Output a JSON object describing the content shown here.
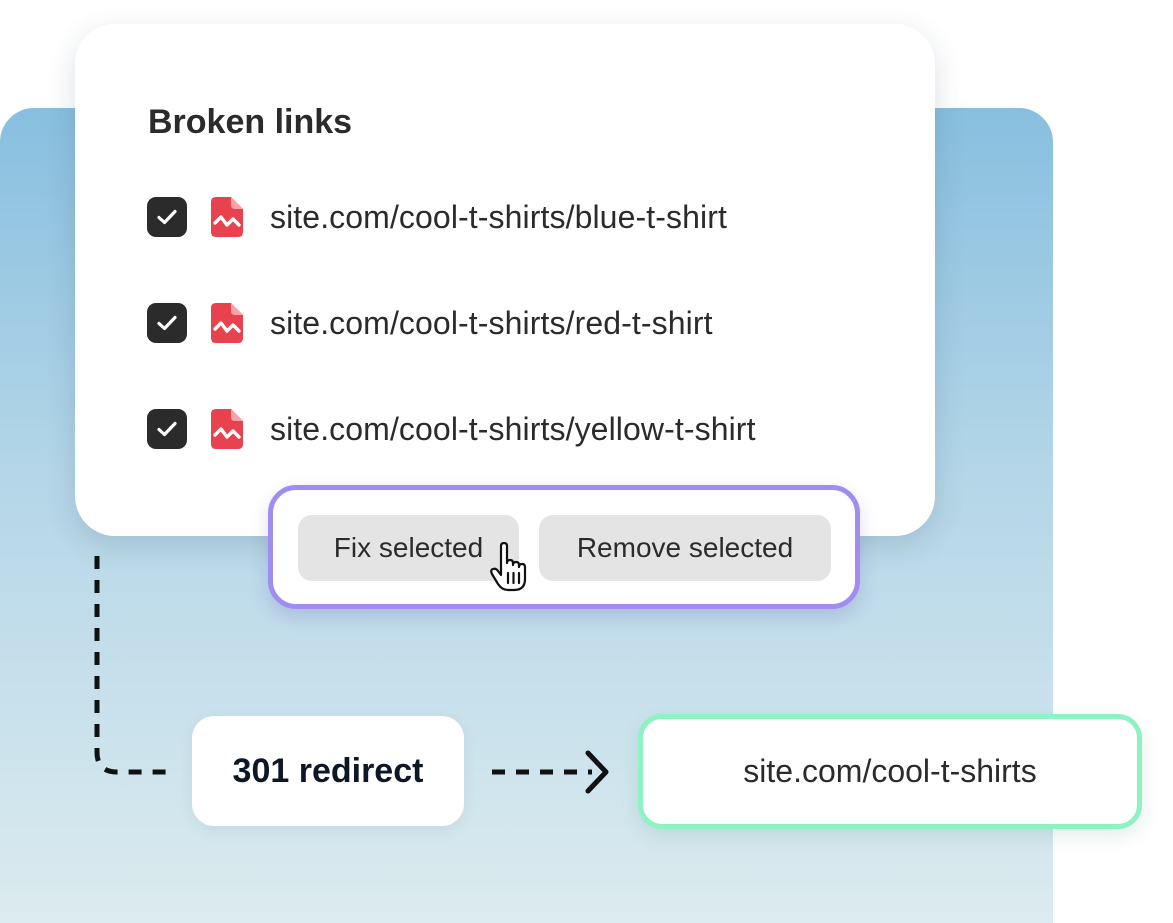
{
  "card": {
    "title": "Broken links",
    "links": [
      {
        "url": "site.com/cool-t-shirts/blue-t-shirt",
        "checked": true
      },
      {
        "url": "site.com/cool-t-shirts/red-t-shirt",
        "checked": true
      },
      {
        "url": "site.com/cool-t-shirts/yellow-t-shirt",
        "checked": true
      }
    ]
  },
  "actions": {
    "fix_label": "Fix selected",
    "remove_label": "Remove selected"
  },
  "redirect": {
    "label": "301 redirect",
    "target_url": "site.com/cool-t-shirts"
  },
  "icons": {
    "checkbox": "check-icon",
    "link": "broken-file-icon",
    "cursor": "hand-pointer-icon",
    "arrow": "arrow-right-icon"
  },
  "colors": {
    "checkbox": "#2b2b2b",
    "broken_icon": "#e8424f",
    "action_border": "#a18cf2",
    "target_border": "#8ff2c2",
    "button_bg": "#e4e4e4",
    "panel_top": "#88bfdf",
    "panel_bottom": "#dcebef"
  }
}
